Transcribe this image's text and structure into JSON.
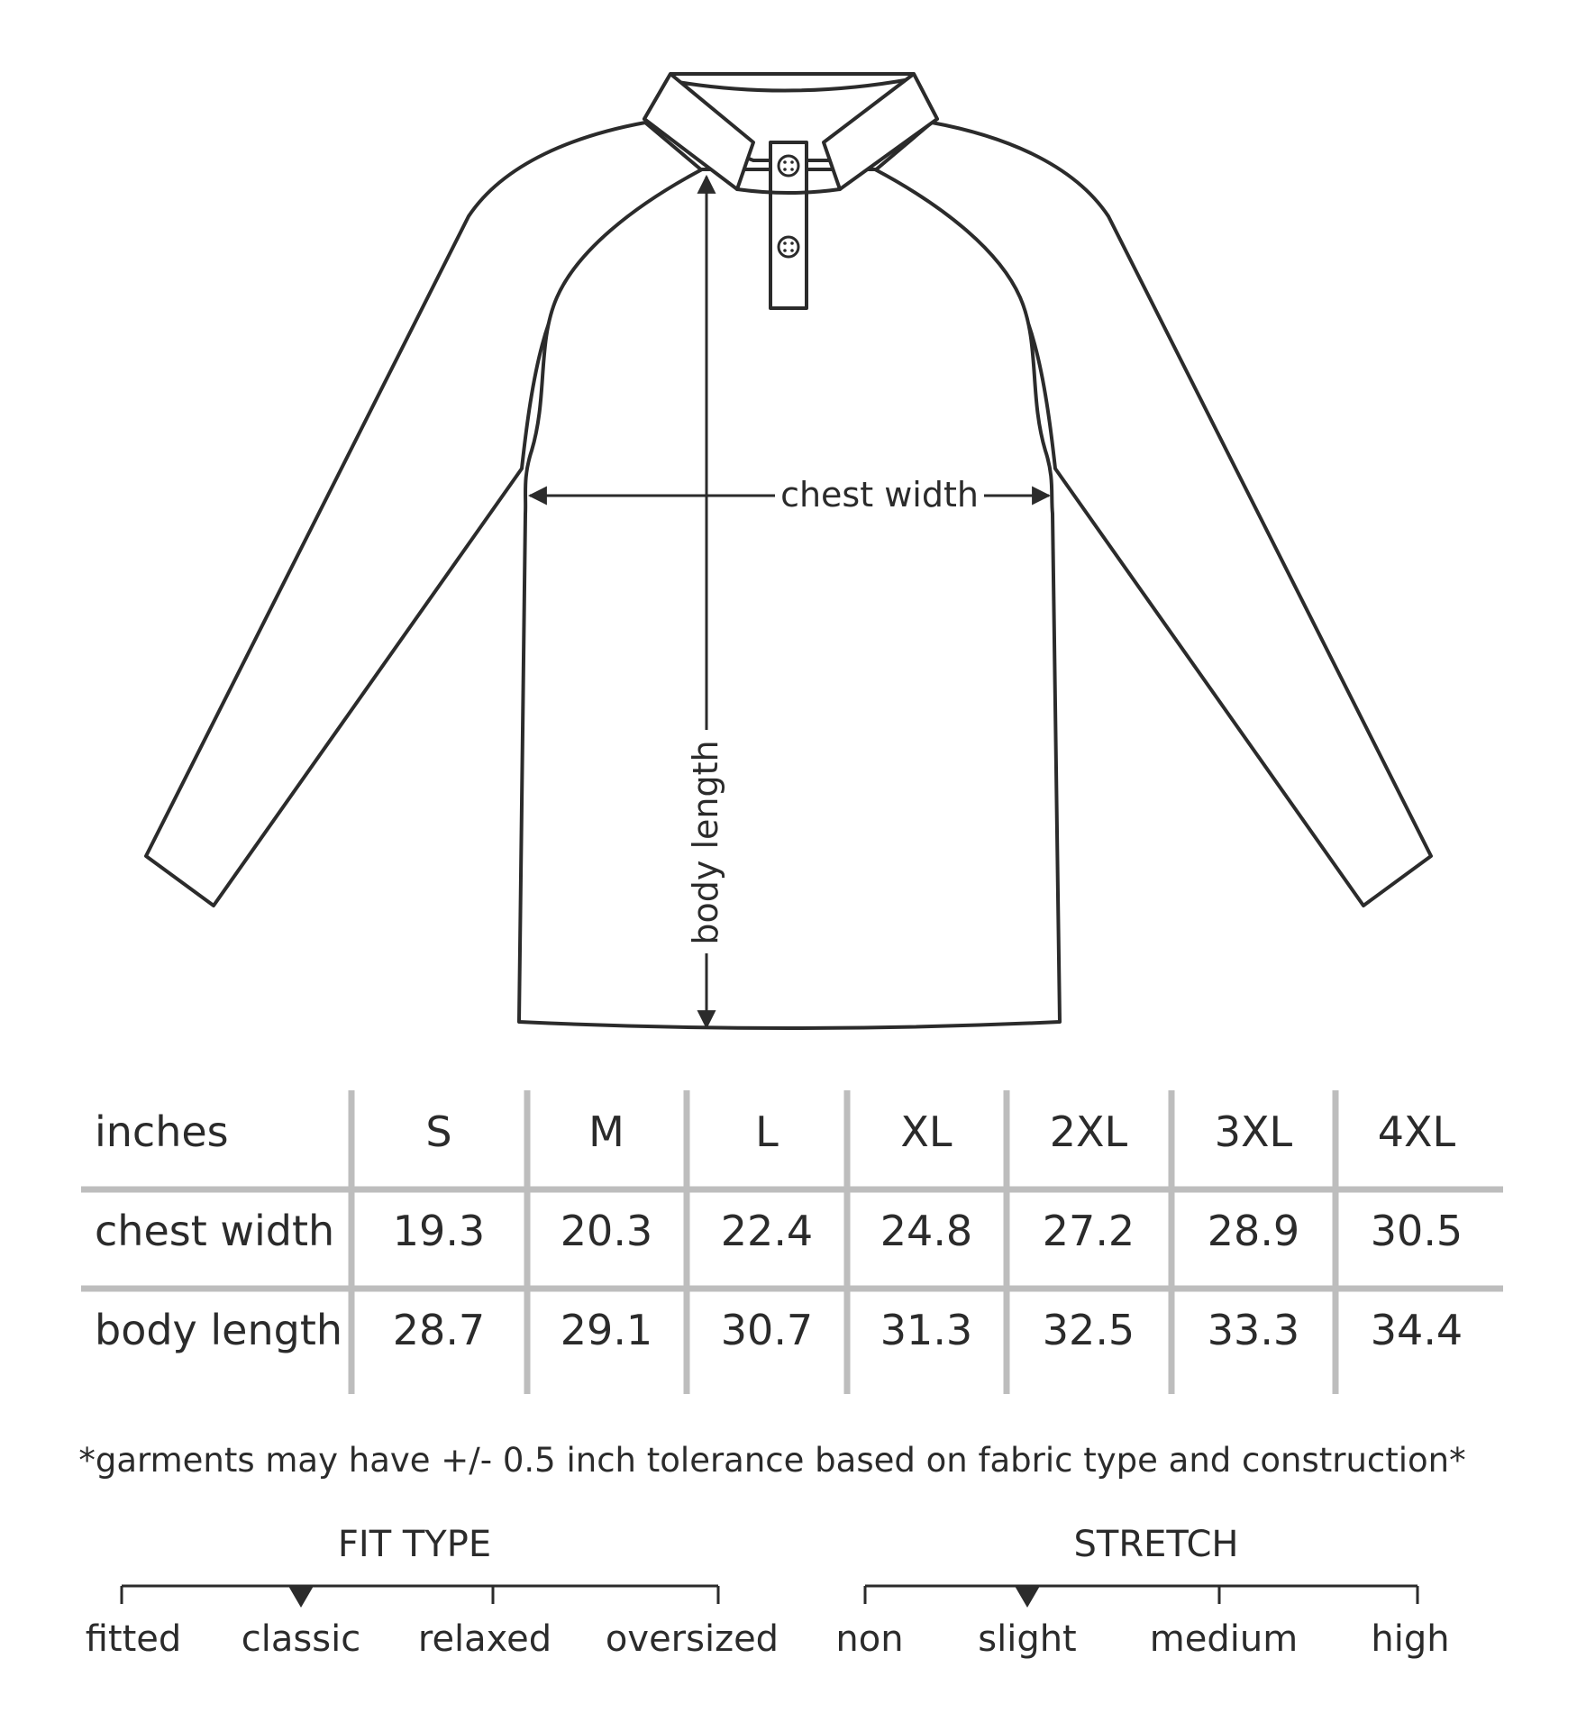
{
  "diagram": {
    "measure_labels": {
      "chest_width": "chest width",
      "body_length": "body length"
    }
  },
  "size_table": {
    "unit": "inches",
    "sizes": [
      "S",
      "M",
      "L",
      "XL",
      "2XL",
      "3XL",
      "4XL"
    ],
    "rows": [
      {
        "label": "chest width",
        "values": [
          "19.3",
          "20.3",
          "22.4",
          "24.8",
          "27.2",
          "28.9",
          "30.5"
        ]
      },
      {
        "label": "body length",
        "values": [
          "28.7",
          "29.1",
          "30.7",
          "31.3",
          "32.5",
          "33.3",
          "34.4"
        ]
      }
    ]
  },
  "note": "*garments may have +/- 0.5 inch tolerance based on fabric type and construction*",
  "fit_type": {
    "title": "FIT TYPE",
    "options": [
      "fitted",
      "classic",
      "relaxed",
      "oversized"
    ],
    "selected": "classic"
  },
  "stretch": {
    "title": "STRETCH",
    "options": [
      "non",
      "slight",
      "medium",
      "high"
    ],
    "selected": "slight"
  },
  "colors": {
    "line": "#2b2b2b",
    "grid": "#bdbdbd"
  }
}
